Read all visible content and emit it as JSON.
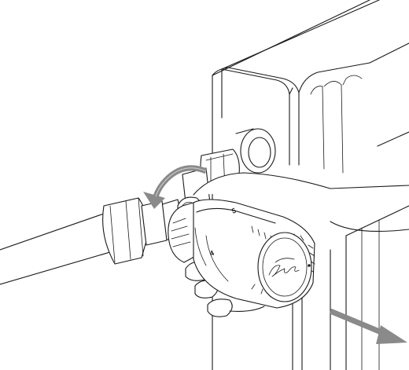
{
  "diagram": {
    "dial_numbers": [
      "4",
      "5"
    ],
    "brand_mark": "danfoss-logo",
    "arrows": {
      "rotate": "counter-clockwise",
      "pull": "outward"
    },
    "colors": {
      "line": "#1a1a1a",
      "arrow": "#8a8a8a",
      "background": "#ffffff"
    }
  }
}
